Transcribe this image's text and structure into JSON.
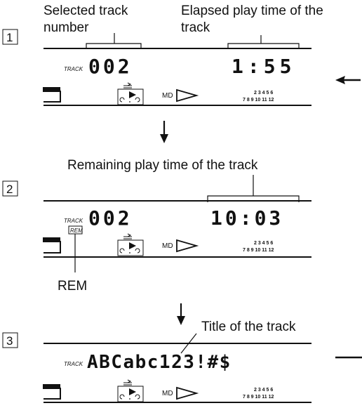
{
  "steps": [
    "1",
    "2",
    "3"
  ],
  "callouts": {
    "selected_track_line1": "Selected track",
    "selected_track_line2": "number",
    "elapsed_line1": "Elapsed play time of the",
    "elapsed_line2": "track",
    "remaining": "Remaining play time of the track",
    "rem": "REM",
    "title": "Title of the track"
  },
  "display1": {
    "track_label": "TRACK",
    "track_number": "002",
    "time": "1:55"
  },
  "display2": {
    "track_label": "TRACK",
    "track_number": "002",
    "time": "10:03",
    "rem_indicator": "REM"
  },
  "display3": {
    "track_label": "TRACK",
    "title": "ABCabc123!#$"
  },
  "status": {
    "md_label": "MD",
    "numbers_row1": "2 3 4 5 6",
    "numbers_row2": "7 8 9 10 11 12"
  },
  "icons": [
    "arrow-left-icon",
    "arrow-down-icon",
    "play-triangle-icon",
    "repeat-play-icon",
    "disc-symbol-icon"
  ]
}
